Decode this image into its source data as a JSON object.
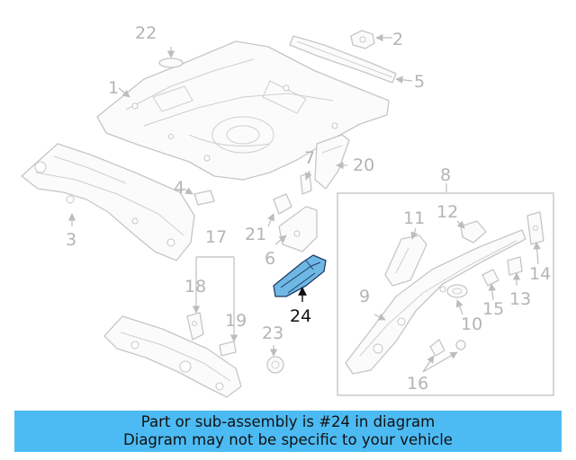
{
  "diagram": {
    "labels": {
      "n1": "1",
      "n2": "2",
      "n3": "3",
      "n4": "4",
      "n5": "5",
      "n6": "6",
      "n7": "7",
      "n8": "8",
      "n9": "9",
      "n10": "10",
      "n11": "11",
      "n12": "12",
      "n13": "13",
      "n14": "14",
      "n15": "15",
      "n16": "16",
      "n17": "17",
      "n18": "18",
      "n19": "19",
      "n20": "20",
      "n21": "21",
      "n22": "22",
      "n23": "23",
      "n24": "24"
    },
    "highlighted_part": "24",
    "colors": {
      "highlight_fill": "#6fb8e6",
      "highlight_stroke": "#1d3f66",
      "line_art": "#c6c6c6",
      "label_text": "#b4b4b4",
      "banner_background": "#4dbbf3"
    }
  },
  "banner": {
    "line1": "Part or sub-assembly is #24 in diagram",
    "line2": "Diagram may not be specific to your vehicle"
  }
}
